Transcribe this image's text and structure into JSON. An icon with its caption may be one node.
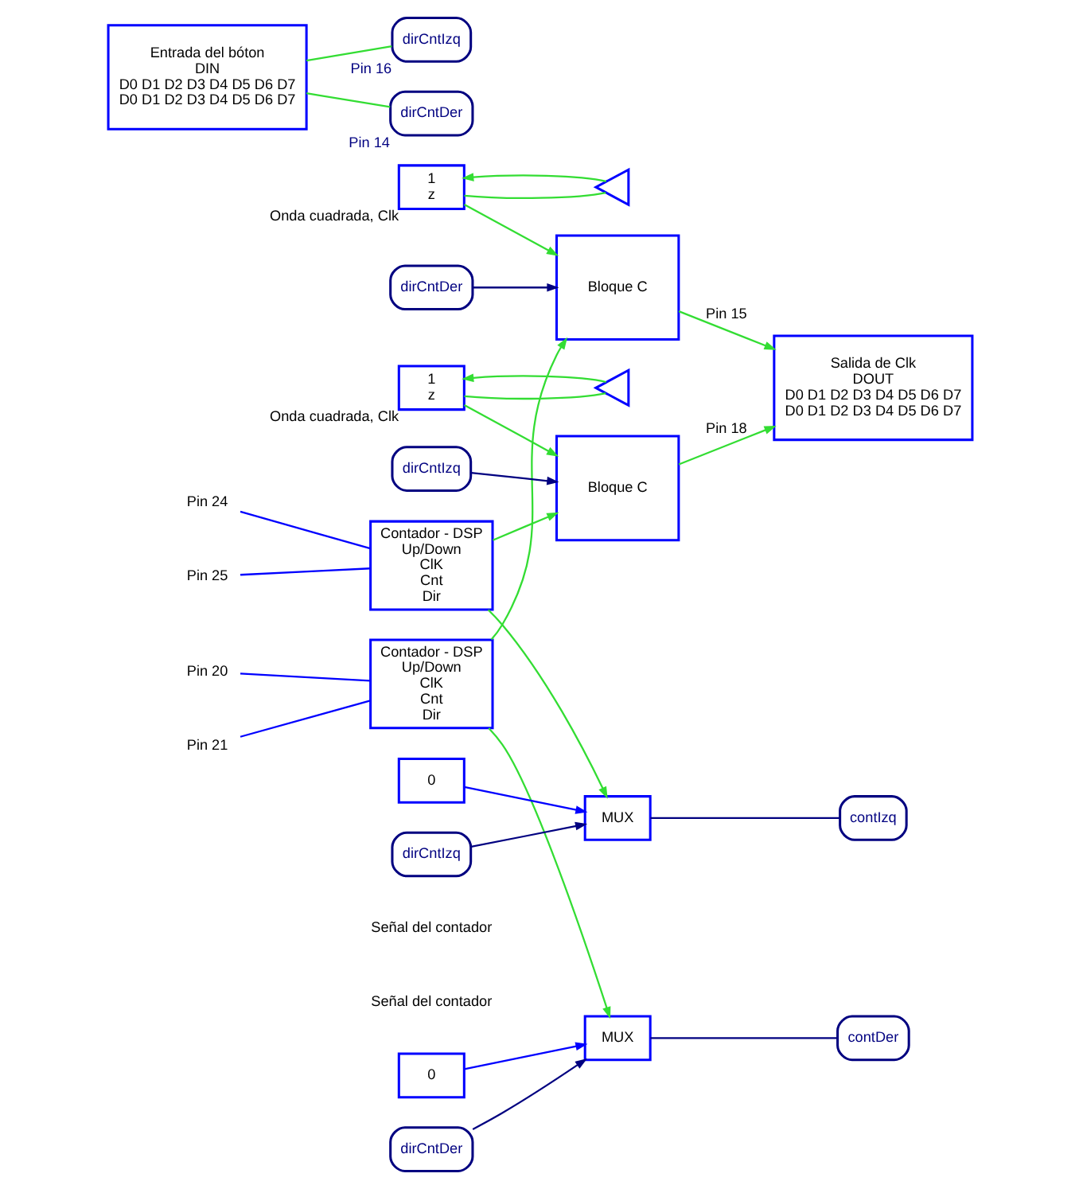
{
  "diagram": {
    "nodes": [
      {
        "text": [
          "1",
          "z"
        ],
        "beside": [
          "Onda cuadrada, Clk"
        ]
      },
      {
        "text": [],
        "shape": "triangle"
      },
      {
        "text": [
          "dirCntDer"
        ]
      },
      {
        "text": [
          "Bloque C"
        ]
      },
      {
        "text": [
          "Contador - DSP",
          "Up/Down",
          "ClK",
          "Cnt",
          "Dir"
        ]
      },
      {
        "text": [
          "Pin 20"
        ]
      },
      {
        "text": [
          "Pin 21"
        ]
      },
      {
        "text": [
          "0"
        ]
      },
      {
        "text": [
          "MUX"
        ]
      },
      {
        "text": [
          "contDer"
        ]
      },
      {
        "text": [
          "dirCntDer"
        ]
      },
      {
        "text": [
          "Entrada del bóton",
          "DIN",
          "D0 D1 D2 D3 D4 D5 D6 D7",
          "D0 D1 D2 D3 D4 D5 D6 D7"
        ]
      },
      {
        "text": [
          "dirCntIzq"
        ],
        "beside": [
          "Pin 16"
        ]
      },
      {
        "text": [
          "dirCntDer"
        ],
        "beside": [
          "Pin 14"
        ]
      },
      {
        "text": [
          "Salida de Clk",
          "DOUT",
          "D0 D1 D2 D3 D4 D5 D6 D7",
          "D0 D1 D2 D3 D4 D5 D6 D7"
        ]
      },
      {
        "text": [
          "1",
          "z"
        ],
        "beside": [
          "Onda cuadrada, Clk"
        ]
      },
      {
        "text": [],
        "shape": "triangle"
      },
      {
        "text": [
          "dirCntIzq"
        ]
      },
      {
        "text": [
          "Bloque C"
        ]
      },
      {
        "text": [
          "Contador - DSP",
          "Up/Down",
          "ClK",
          "Cnt",
          "Dir"
        ]
      },
      {
        "text": [
          "Pin 24"
        ]
      },
      {
        "text": [
          "Pin 25"
        ]
      },
      {
        "text": [
          "0"
        ]
      },
      {
        "text": [
          "MUX"
        ]
      },
      {
        "text": [
          "contIzq"
        ]
      },
      {
        "text": [
          "dirCntIzq"
        ]
      }
    ],
    "edges": [
      {
        "from": 1,
        "to": 0,
        "arrow": "to"
      },
      {
        "from": 0,
        "to": 3,
        "arrow": "to"
      },
      {
        "from": 0,
        "to": 1,
        "arrow": "none"
      },
      {
        "from": 2,
        "to": 3,
        "arrow": "to",
        "color": "#000080"
      },
      {
        "from": 4,
        "to": 3,
        "arrow": "to"
      },
      {
        "from": 5,
        "to": 4,
        "arrow": "none",
        "color": "#0000ff"
      },
      {
        "from": 6,
        "to": 4,
        "arrow": "none",
        "color": "#0000ff"
      },
      {
        "from": 7,
        "to": 8,
        "arrow": "to",
        "color": "#0000ff"
      },
      {
        "from": 4,
        "to": 8,
        "arrow": "to"
      },
      {
        "from": 10,
        "to": 8,
        "arrow": "to",
        "color": "#000080"
      },
      {
        "from": 8,
        "to": 9,
        "arrow": "none",
        "color": "#000080"
      },
      {
        "from": 11,
        "to": 12,
        "arrow": "none"
      },
      {
        "from": 11,
        "to": 13,
        "arrow": "none"
      },
      {
        "from": 3,
        "to": 14,
        "arrow": "to",
        "label": "Pin 15"
      },
      {
        "from": 18,
        "to": 14,
        "arrow": "to",
        "label": "Pin 18"
      },
      {
        "from": 16,
        "to": 15,
        "arrow": "to"
      },
      {
        "from": 15,
        "to": 18,
        "arrow": "to"
      },
      {
        "from": 15,
        "to": 16,
        "arrow": "none"
      },
      {
        "from": 17,
        "to": 18,
        "arrow": "to",
        "color": "#000080"
      },
      {
        "from": 19,
        "to": 18,
        "arrow": "to"
      },
      {
        "from": 20,
        "to": 19,
        "arrow": "none",
        "color": "#0000ff"
      },
      {
        "from": 21,
        "to": 19,
        "arrow": "none",
        "color": "#0000ff"
      },
      {
        "from": 22,
        "to": 23,
        "arrow": "to",
        "color": "#0000ff"
      },
      {
        "from": 19,
        "to": 23,
        "arrow": "to"
      },
      {
        "from": 25,
        "to": 23,
        "arrow": "to",
        "color": "#000080"
      },
      {
        "from": 23,
        "to": 24,
        "arrow": "none",
        "color": "#000080"
      }
    ],
    "labels": [
      "Señal del contador",
      "Señal del contador"
    ]
  }
}
